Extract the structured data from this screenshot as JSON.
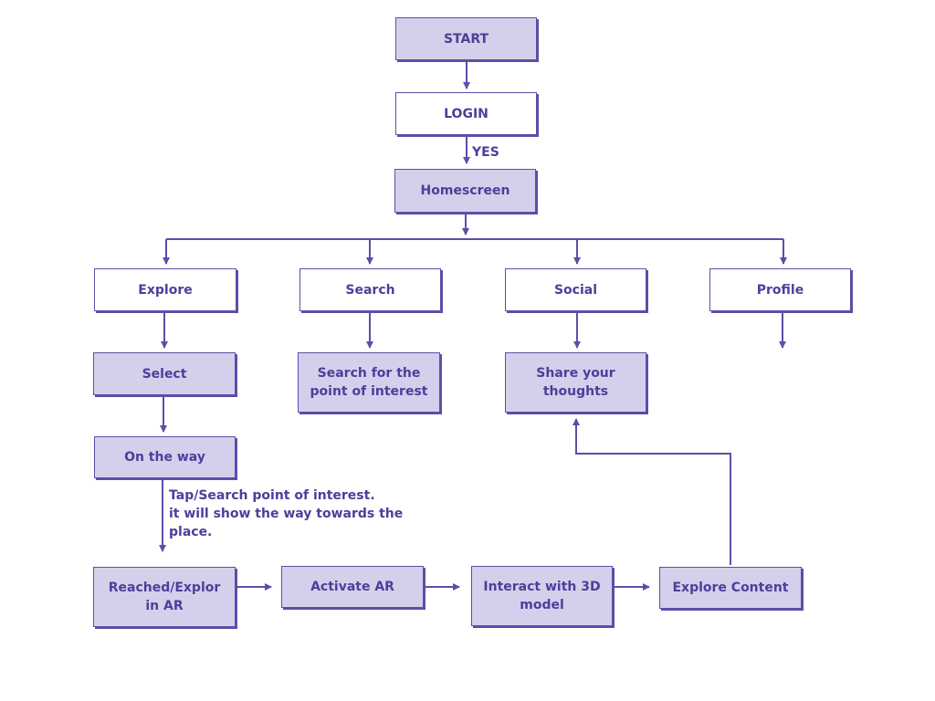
{
  "colors": {
    "stroke": "#5a4fa8",
    "text": "#4b3f9a",
    "fill": "#d6cfec",
    "background": "#ffffff"
  },
  "nodes": {
    "start": "START",
    "login": "LOGIN",
    "homescreen": "Homescreen",
    "explore": "Explore",
    "search": "Search",
    "social": "Social",
    "profile": "Profile",
    "select": "Select",
    "search_poi": "Search for the\npoint of interest",
    "share_thoughts": "Share your\nthoughts",
    "on_the_way": "On the way",
    "reached_ar": "Reached/Explor\nin AR",
    "activate_ar": "Activate AR",
    "interact_3d": "Interact with 3D\nmodel",
    "explore_content": "Explore Content"
  },
  "labels": {
    "yes": "YES",
    "tap_note": "Tap/Search point of interest.\nit will show the way towards the\nplace."
  }
}
